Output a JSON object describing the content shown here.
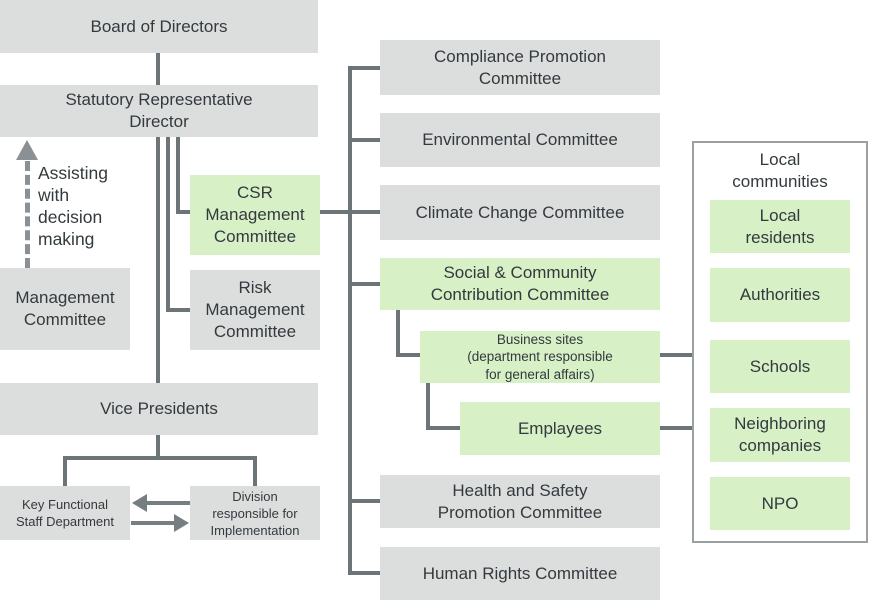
{
  "palette": {
    "box-gray": "#dcdddd",
    "box-green": "#d7f0c6",
    "line": "#6c7478",
    "arrow": "#767e82",
    "dashed": "#8a9094",
    "text": "#333a3e",
    "border": "#9aa0a0",
    "bg": "#ffffff"
  },
  "org": {
    "board": "Board of Directors",
    "statutory": [
      "Statutory Representative",
      "Director"
    ],
    "assist_note": [
      "Assisting",
      "with",
      "decision",
      "making"
    ],
    "management": [
      "Management",
      "Committee"
    ],
    "csr": [
      "CSR",
      "Management",
      "Committee"
    ],
    "risk": [
      "Risk",
      "Management",
      "Committee"
    ],
    "vice_presidents": "Vice Presidents",
    "key_functional": [
      "Key Functional",
      "Staff Department"
    ],
    "division": [
      "Division",
      "responsible for",
      "Implementation"
    ]
  },
  "committees": {
    "compliance": [
      "Compliance Promotion",
      "Committee"
    ],
    "environmental": "Environmental Committee",
    "climate": "Climate Change Committee",
    "social": [
      "Social & Community",
      "Contribution Committee"
    ],
    "business_sites": [
      "Business sites",
      "(department responsible",
      "for general affairs)"
    ],
    "employees": "Emplayees",
    "health_safety": [
      "Health and Safety",
      "Promotion Committee"
    ],
    "human_rights": "Human Rights Committee"
  },
  "stakeholders": {
    "title": [
      "Local",
      "communities"
    ],
    "items": [
      {
        "label": [
          "Local",
          "residents"
        ]
      },
      {
        "label": "Authorities"
      },
      {
        "label": "Schools"
      },
      {
        "label": [
          "Neighboring",
          "companies"
        ]
      },
      {
        "label": "NPO"
      }
    ]
  }
}
